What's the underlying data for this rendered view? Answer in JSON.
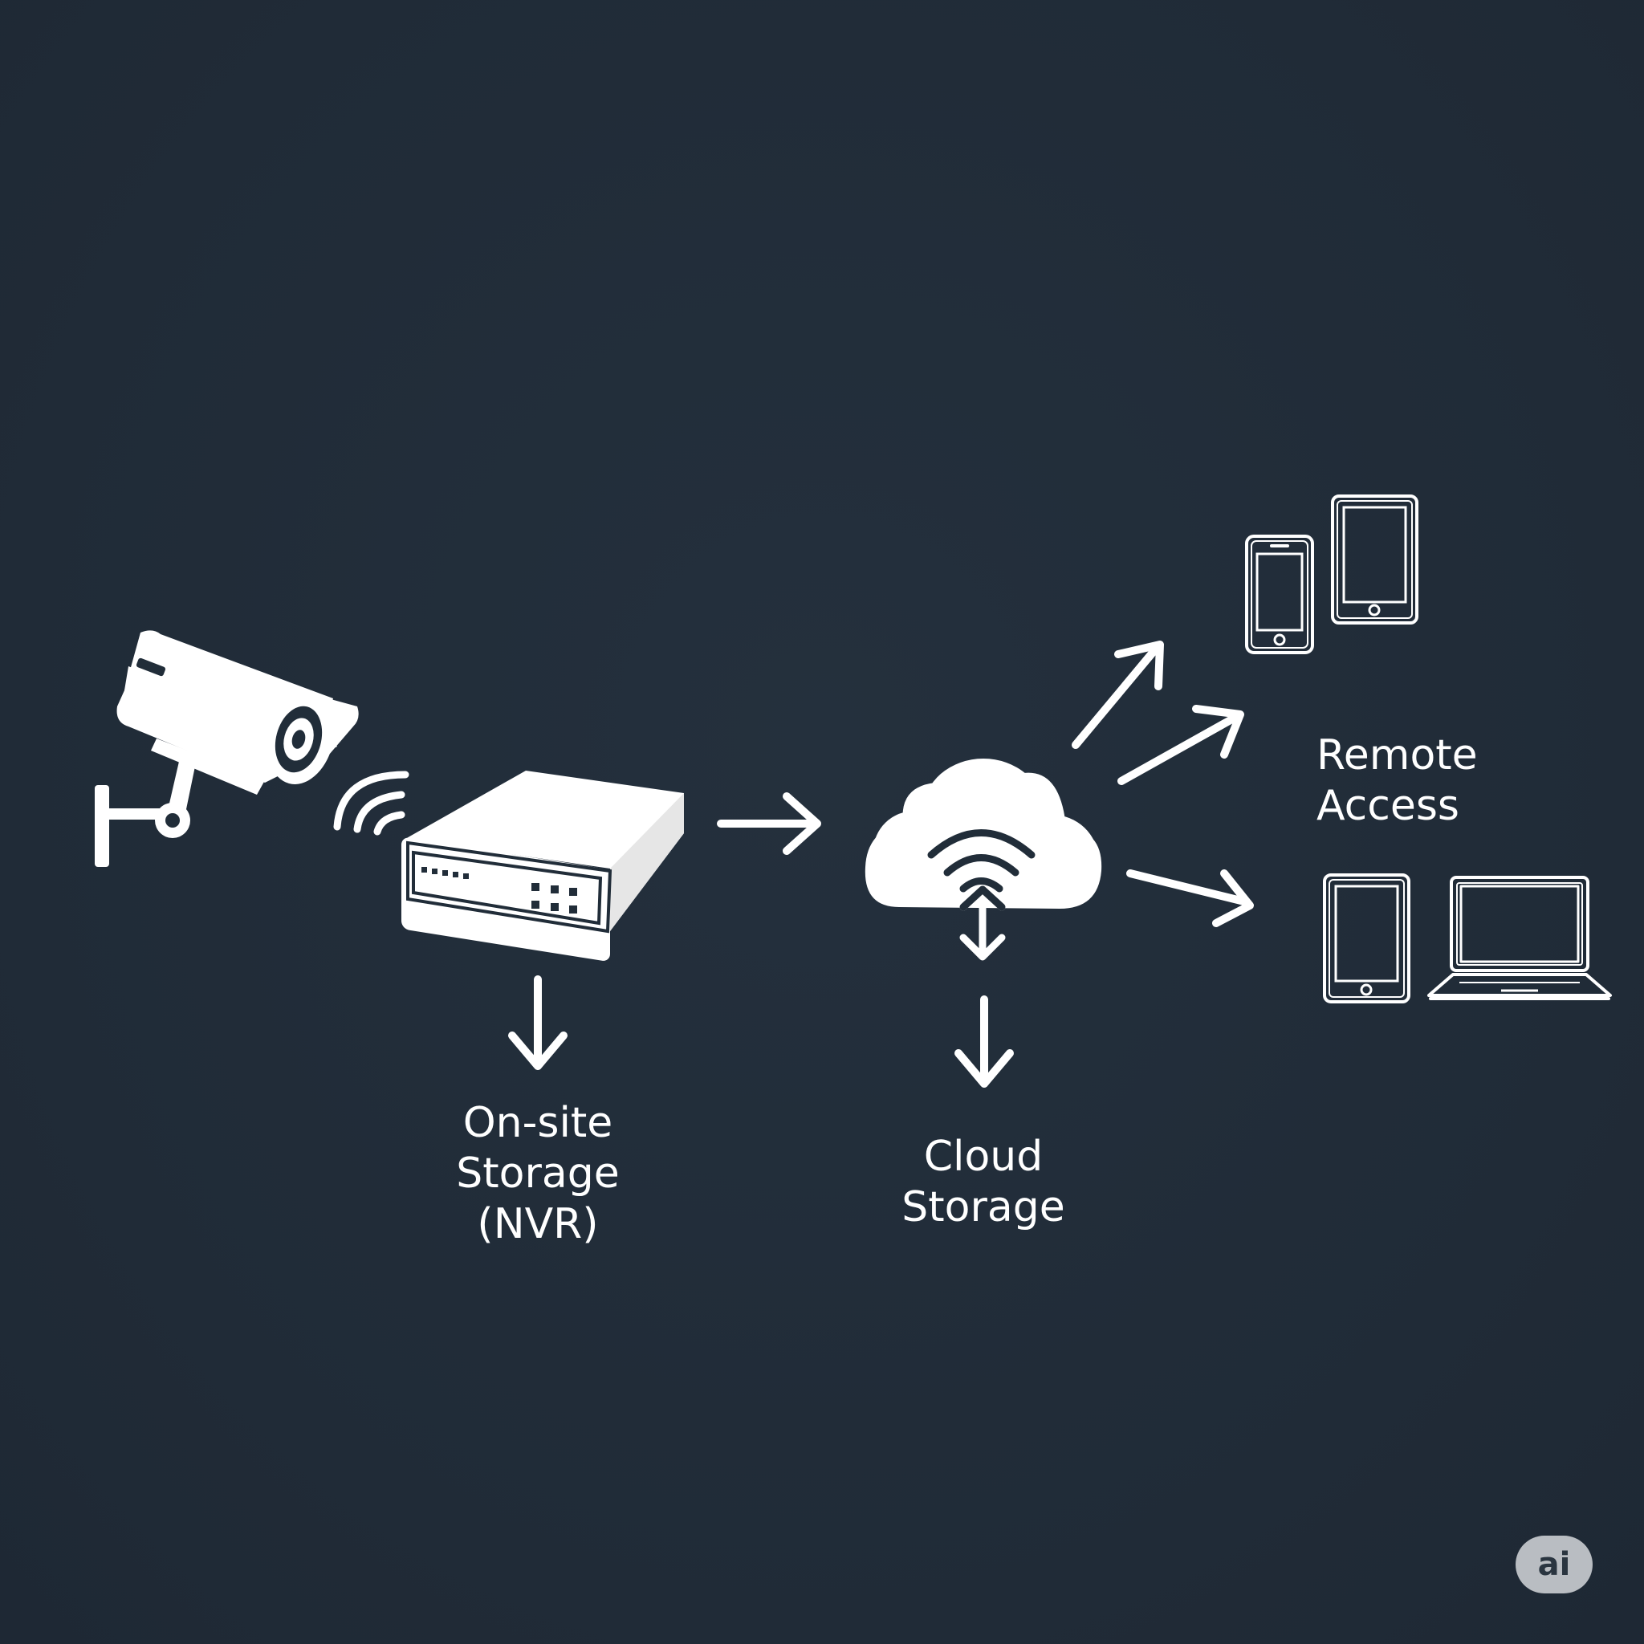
{
  "colors": {
    "background": "#212d39",
    "foreground": "#ffffff",
    "badge": "#b9bdc2"
  },
  "nodes": {
    "camera": {
      "icon": "security-camera-icon"
    },
    "nvr": {
      "icon": "nvr-device-icon"
    },
    "cloud": {
      "icon": "cloud-icon"
    },
    "devices": [
      "smartphone-icon",
      "tablet-icon",
      "tablet-icon",
      "laptop-icon"
    ]
  },
  "labels": {
    "onsite": [
      "On-site",
      "Storage",
      "(NVR)"
    ],
    "cloud": [
      "Cloud",
      "Storage"
    ],
    "remote": [
      "Remote",
      "Access"
    ]
  },
  "badge": {
    "text": "ai"
  }
}
